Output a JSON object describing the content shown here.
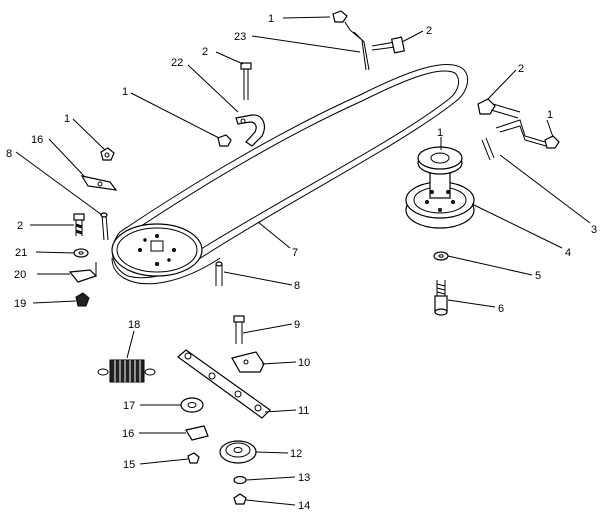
{
  "diagram": {
    "callouts": [
      {
        "id": "c1a",
        "text": "1"
      },
      {
        "id": "c2a",
        "text": "2"
      },
      {
        "id": "c23",
        "text": "23"
      },
      {
        "id": "c2b",
        "text": "2"
      },
      {
        "id": "c22",
        "text": "22"
      },
      {
        "id": "c2c",
        "text": "2"
      },
      {
        "id": "c1b",
        "text": "1"
      },
      {
        "id": "c1c",
        "text": "1"
      },
      {
        "id": "c16a",
        "text": "16"
      },
      {
        "id": "c8a",
        "text": "8"
      },
      {
        "id": "c1d",
        "text": "1"
      },
      {
        "id": "c1e",
        "text": "1"
      },
      {
        "id": "c3",
        "text": "3"
      },
      {
        "id": "c4",
        "text": "4"
      },
      {
        "id": "c7",
        "text": "7"
      },
      {
        "id": "c2d",
        "text": "2"
      },
      {
        "id": "c21",
        "text": "21"
      },
      {
        "id": "c20",
        "text": "20"
      },
      {
        "id": "c19",
        "text": "19"
      },
      {
        "id": "c8b",
        "text": "8"
      },
      {
        "id": "c5",
        "text": "5"
      },
      {
        "id": "c6",
        "text": "6"
      },
      {
        "id": "c9",
        "text": "9"
      },
      {
        "id": "c18",
        "text": "18"
      },
      {
        "id": "c10",
        "text": "10"
      },
      {
        "id": "c11",
        "text": "11"
      },
      {
        "id": "c17",
        "text": "17"
      },
      {
        "id": "c16b",
        "text": "16"
      },
      {
        "id": "c12",
        "text": "12"
      },
      {
        "id": "c15",
        "text": "15"
      },
      {
        "id": "c13",
        "text": "13"
      },
      {
        "id": "c14",
        "text": "14"
      }
    ]
  }
}
